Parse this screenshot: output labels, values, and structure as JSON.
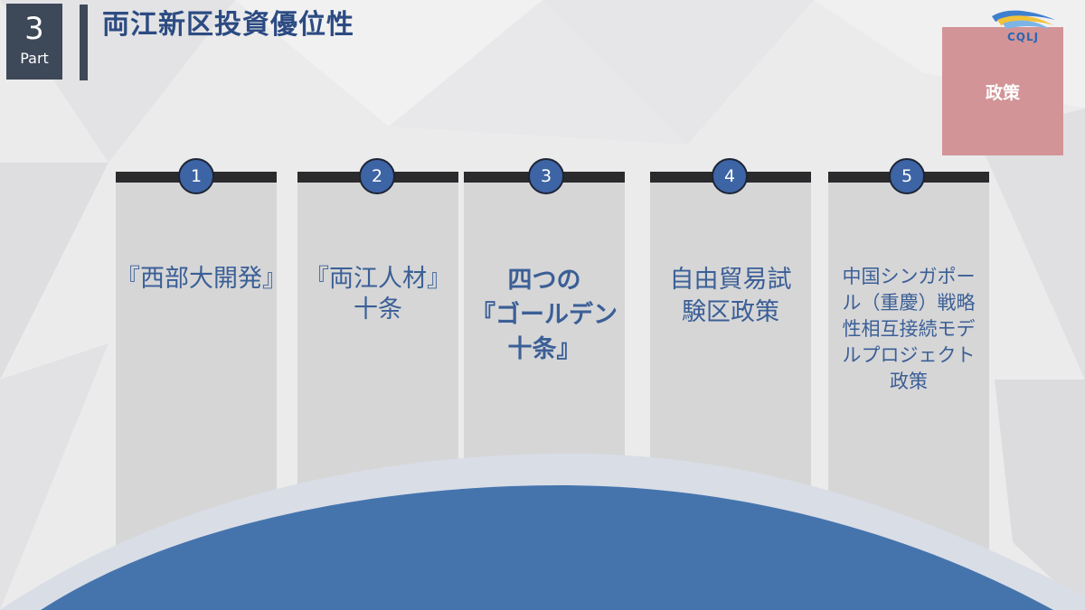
{
  "header": {
    "part_number": "3",
    "part_label": "Part",
    "title": "両江新区投資優位性"
  },
  "logo": {
    "text": "CQLJ"
  },
  "tag": {
    "label": "政策"
  },
  "columns": [
    {
      "number": "1",
      "lines": [
        "『西部大開発』"
      ],
      "bold": false
    },
    {
      "number": "2",
      "lines": [
        "『両江人材』",
        "十条"
      ],
      "bold": false
    },
    {
      "number": "3",
      "lines": [
        "四つの",
        "『ゴールデン",
        "十条』"
      ],
      "bold": true
    },
    {
      "number": "4",
      "lines": [
        "自由貿易試",
        "験区政策"
      ],
      "bold": false
    },
    {
      "number": "5",
      "lines": [
        "中国シンガポー",
        "ル（重慶）戦略",
        "性相互接続モデ",
        "ルプロジェクト",
        "政策"
      ],
      "bold": false
    }
  ],
  "colors": {
    "accent_blue": "#3d64a4",
    "dark_slate": "#3d4858",
    "tag_pink": "#d29496",
    "title_blue": "#2c4b82"
  }
}
